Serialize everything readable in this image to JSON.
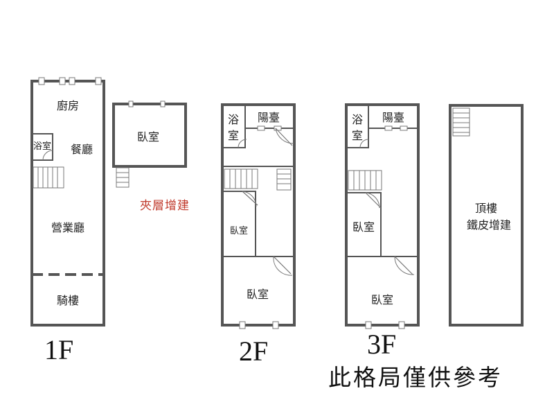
{
  "floors": {
    "f1": {
      "label": "1F",
      "rooms": {
        "kitchen": "廚房",
        "dining": "餐廳",
        "bath": "浴室",
        "business_hall": "營業廳",
        "arcade": "騎樓"
      }
    },
    "mezzanine": {
      "bedroom": "臥室",
      "note": "夾層增建"
    },
    "f2": {
      "label": "2F",
      "rooms": {
        "bath_1": "浴",
        "bath_2": "室",
        "balcony": "陽臺",
        "bedroom_small": "臥室",
        "bedroom_large": "臥室"
      }
    },
    "f3": {
      "label": "3F",
      "rooms": {
        "bath_1": "浴",
        "bath_2": "室",
        "balcony": "陽臺",
        "bedroom_small": "臥室",
        "bedroom_large": "臥室"
      }
    },
    "roof": {
      "line1": "頂樓",
      "line2": "鐵皮增建"
    }
  },
  "disclaimer": "此格局僅供參考",
  "colors": {
    "wall": "#555555",
    "annotation": "#c0392b",
    "text": "#222222"
  }
}
